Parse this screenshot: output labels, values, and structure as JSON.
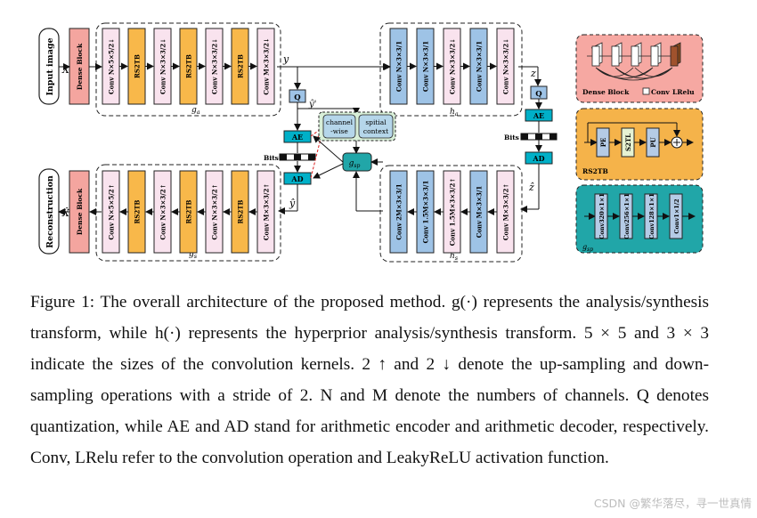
{
  "diagram": {
    "input_label": "Input image",
    "output_label": "Reconstruction",
    "dense_block": "Dense Block",
    "x_label": "X",
    "xhat_label": "X̂",
    "y_label": "y",
    "yhat_label": "ŷ",
    "ybar_label": "ŷ'",
    "z_label": "z",
    "zhat_label": "ẑ",
    "ga_label": "g_a",
    "gs_label": "g_s",
    "ha_label": "h_a",
    "hs_label": "h_s",
    "gsp_label": "g_sp",
    "bits_label": "Bits",
    "q_label": "Q",
    "ae_label": "AE",
    "ad_label": "AD",
    "channel_wise": [
      "channel",
      "-wise"
    ],
    "spatial_context": [
      "spitial",
      "context"
    ],
    "ga_blocks": [
      "Conv N×5×5/2↓",
      "RS2TB",
      "Conv N×3×3/2↓",
      "RS2TB",
      "Conv N×3×3/2↓",
      "RS2TB",
      "Conv M×3×3/2↓"
    ],
    "gs_blocks": [
      "Conv N×5×5/2↑",
      "RS2TB",
      "Conv N×3×3/2↑",
      "RS2TB",
      "Conv N×3×3/2↑",
      "RS2TB",
      "Conv M×3×3/2↑"
    ],
    "ha_blocks": [
      "Conv N×3×3/1",
      "Conv N×3×3/1",
      "Conv N×3×3/2↓",
      "Conv N×3×3/1",
      "Conv N×3×3/2↓"
    ],
    "hs_blocks": [
      "Conv 2M×3×3/1",
      "Conv 1.5M×3×3/1",
      "Conv 1.5M×3×3/2↑",
      "Conv M×3×3/1",
      "Conv M×3×3/2↑"
    ],
    "legend_dense": {
      "title": "Dense Block",
      "conv": "Conv",
      "lrelu": "LRelu"
    },
    "legend_rs2tb": {
      "title": "RS2TB",
      "blocks": [
        "PE",
        "S2TL",
        "PU"
      ]
    },
    "legend_gsp": {
      "title": "g_sp",
      "blocks": [
        "Conv320×1×1",
        "Conv256×1×1",
        "Conv128×1×1",
        "Conv1×1/2"
      ]
    },
    "colors": {
      "conv": "#f9e3ee",
      "rs2tb": "#f8b84a",
      "dense": "#f4a59f",
      "hyper": "#9ec3e6",
      "context": "#c8e6c9",
      "cyan": "#00b0c8",
      "legend_pink": "#f4a59f",
      "legend_orange": "#f5b34a",
      "legend_teal": "#21a6a8"
    }
  },
  "caption": {
    "text": "Figure 1: The overall architecture of the proposed method. g(·) represents the analysis/synthesis transform, while h(·) represents the hyperprior analysis/synthesis transform. 5 × 5 and 3 × 3 indicate the sizes of the convolution kernels. 2 ↑ and 2 ↓ denote the up-sampling and down-sampling operations with a stride of 2. N and M denote the numbers of channels. Q denotes quantization, while AE and AD stand for arithmetic encoder and arithmetic decoder, respectively. Conv, LRelu refer to the convolution operation and LeakyReLU activation function."
  },
  "watermark": "CSDN @繁华落尽，寻一世真情"
}
